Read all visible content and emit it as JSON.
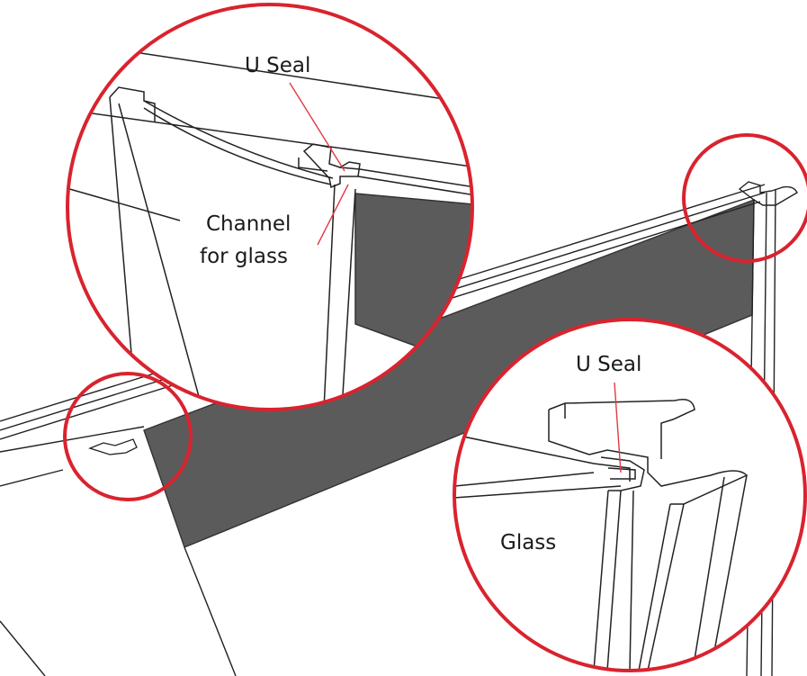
{
  "labels": {
    "u_seal_top": "U Seal",
    "channel_line1": "Channel",
    "channel_line2": "for glass",
    "u_seal_bottom": "U Seal",
    "glass": "Glass"
  },
  "colors": {
    "callout_circle": "#d9232e",
    "leader_line": "#e03a44",
    "glass_panel": "#5b5b5b",
    "outline": "#222222",
    "background": "#ffffff"
  }
}
